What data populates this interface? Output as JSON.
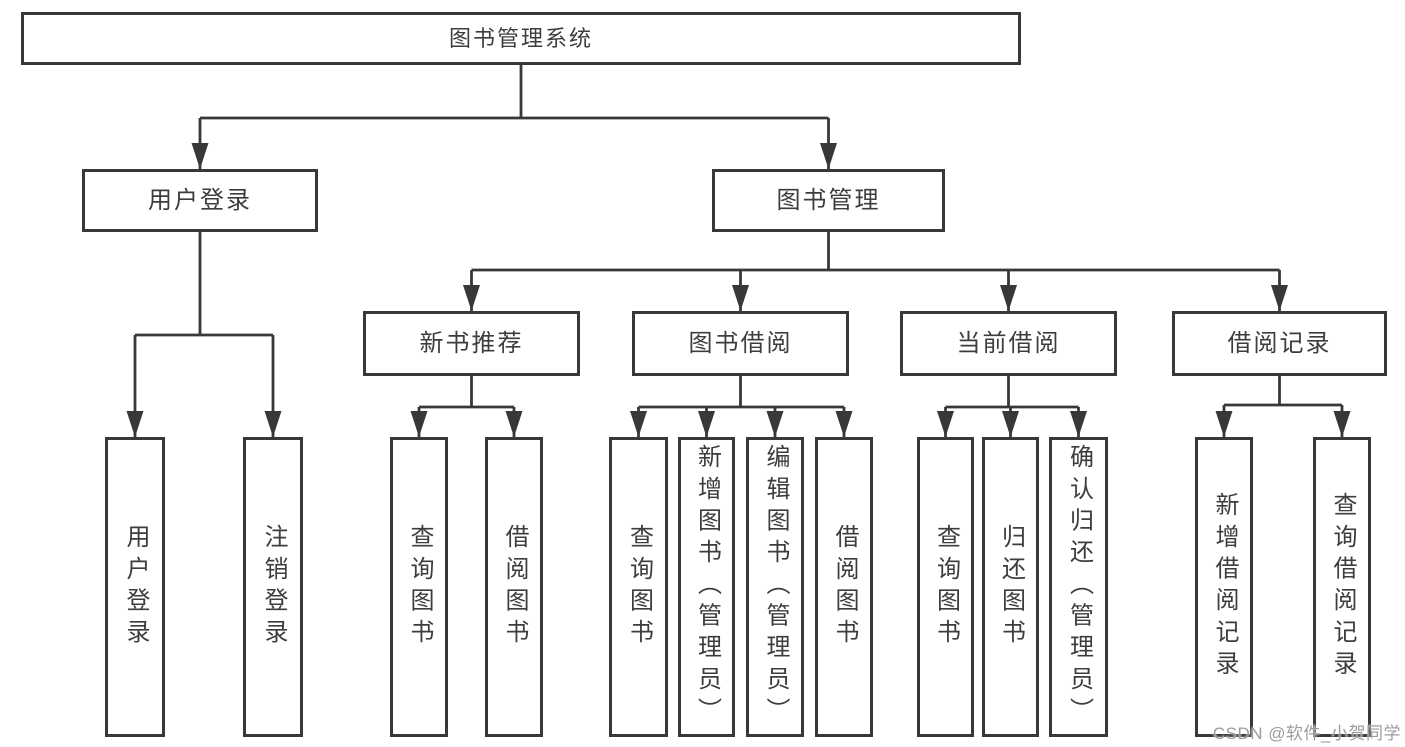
{
  "colors": {
    "line": "#383838",
    "text": "#3d3d3d",
    "background": "#ffffff",
    "watermark": "#9c9c9c"
  },
  "diagram": {
    "root": {
      "label": "图书管理系统"
    },
    "level1": [
      {
        "label": "用户登录"
      },
      {
        "label": "图书管理"
      }
    ],
    "level2": [
      {
        "label": "新书推荐"
      },
      {
        "label": "图书借阅"
      },
      {
        "label": "当前借阅"
      },
      {
        "label": "借阅记录"
      }
    ],
    "leaves": {
      "user_login": [
        {
          "label": "用户登录"
        },
        {
          "label": "注销登录"
        }
      ],
      "new_book_recommend": [
        {
          "label": "查询图书"
        },
        {
          "label": "借阅图书"
        }
      ],
      "book_borrow": [
        {
          "label": "查询图书"
        },
        {
          "label": "新增图书（管理员）"
        },
        {
          "label": "编辑图书（管理员）"
        },
        {
          "label": "借阅图书"
        }
      ],
      "current_borrow": [
        {
          "label": "查询图书"
        },
        {
          "label": "归还图书"
        },
        {
          "label": "确认归还（管理员）"
        }
      ],
      "borrow_records": [
        {
          "label": "新增借阅记录"
        },
        {
          "label": "查询借阅记录"
        }
      ]
    }
  },
  "watermark": {
    "text": "CSDN @软件_小贺同学"
  }
}
